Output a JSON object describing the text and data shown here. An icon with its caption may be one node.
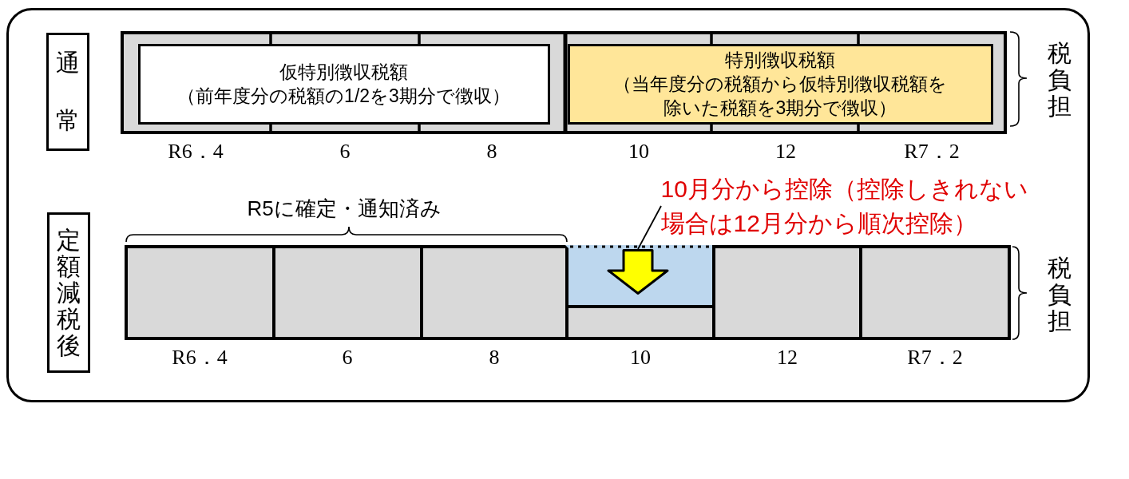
{
  "diagram": {
    "nodes": [
      {
        "text": [],
        "shape": "box"
      },
      {
        "text": [
          "通常"
        ],
        "in": 0
      },
      {
        "text": [],
        "shape": "bar",
        "in": 0
      },
      {
        "text": [
          "仮特別徴収税額",
          "（前年度分の税額の1/2を3期分で徴収）"
        ],
        "in": 2
      },
      {
        "text": [
          "特別徴収税額",
          "（当年度分の税額から仮特別徴収税額を除いた税額を3期分で徴収）"
        ],
        "in": 2
      },
      {
        "text": [
          "10月分から控除（控除しきれない場合は12月分から順次控除）"
        ],
        "in": 0
      },
      {
        "text": [
          "定額減税後"
        ],
        "in": 0
      },
      {
        "text": [],
        "shape": "box",
        "in": 0
      },
      {
        "text": [],
        "shape": "box",
        "in": 0
      },
      {
        "text": [],
        "shape": "box",
        "in": 0
      },
      {
        "text": [],
        "shape": "box",
        "in": 0
      },
      {
        "text": [],
        "shape": "arrow",
        "in": 10
      },
      {
        "text": [],
        "shape": "box",
        "in": 0
      },
      {
        "text": [],
        "shape": "box",
        "in": 0
      },
      {
        "text": [],
        "shape": "box",
        "in": 0
      }
    ],
    "edges": [
      {
        "from": 5,
        "to": 11,
        "arrow": "none"
      }
    ],
    "labels": [
      "税負担",
      "R6．4",
      "6",
      "8",
      "10",
      "12",
      "R7．2",
      "R5に確定・通知済み",
      "税負担",
      "R6．4",
      "6",
      "8",
      "10",
      "12",
      "R7．2"
    ]
  }
}
